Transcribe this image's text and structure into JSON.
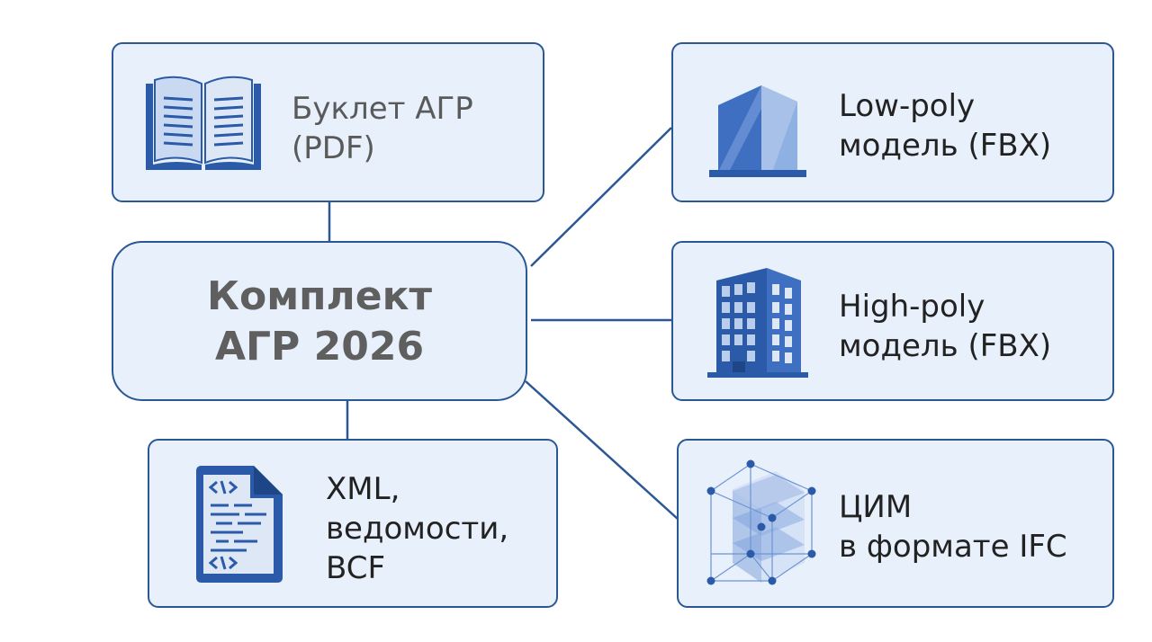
{
  "diagram": {
    "center": {
      "lines": [
        "Комплект",
        "АГР 2026"
      ]
    },
    "booklet": {
      "lines": [
        "Буклет АГР",
        "(PDF)"
      ],
      "icon": "open-book-icon"
    },
    "xml": {
      "lines": [
        "XML,",
        "ведомости,",
        "BCF"
      ],
      "icon": "code-document-icon"
    },
    "lowpoly": {
      "lines": [
        "Low-poly",
        "модель (FBX)"
      ],
      "icon": "simple-building-icon"
    },
    "highpoly": {
      "lines": [
        "High-poly",
        "модель (FBX)"
      ],
      "icon": "detailed-building-icon"
    },
    "cim": {
      "lines": [
        "ЦИМ",
        "в формате IFC"
      ],
      "icon": "wireframe-cube-icon"
    },
    "colors": {
      "box_fill": "#e8f0fb",
      "box_border": "#2c5795",
      "icon_primary": "#2b5aa8",
      "icon_light": "#b9cdec",
      "text": "#222222"
    }
  }
}
